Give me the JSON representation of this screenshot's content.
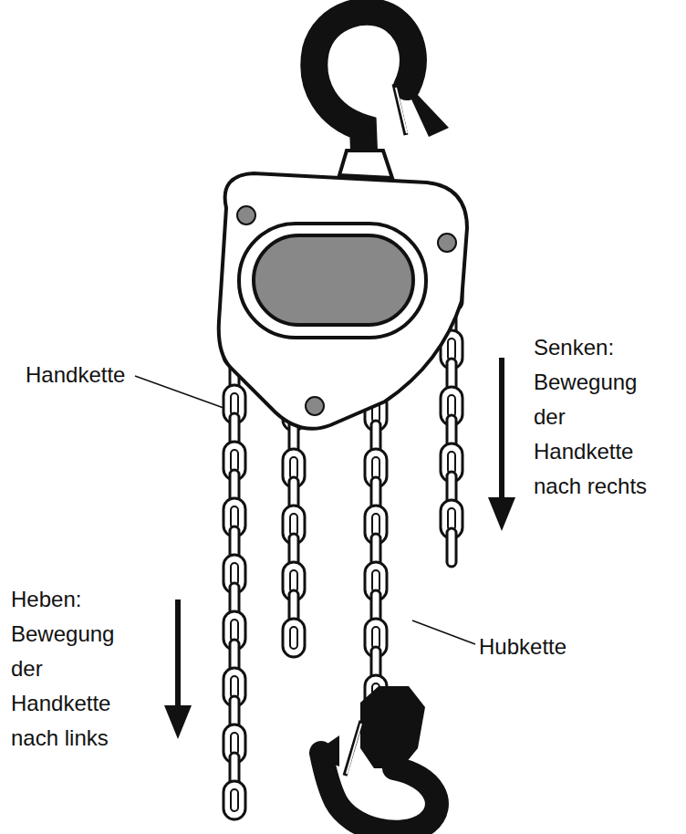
{
  "diagram": {
    "labels": [
      "Handkette",
      "Senken: Bewegung der Handkette nach rechts",
      "Hubkette",
      "Heben: Bewegung der Handkette nach links"
    ]
  }
}
